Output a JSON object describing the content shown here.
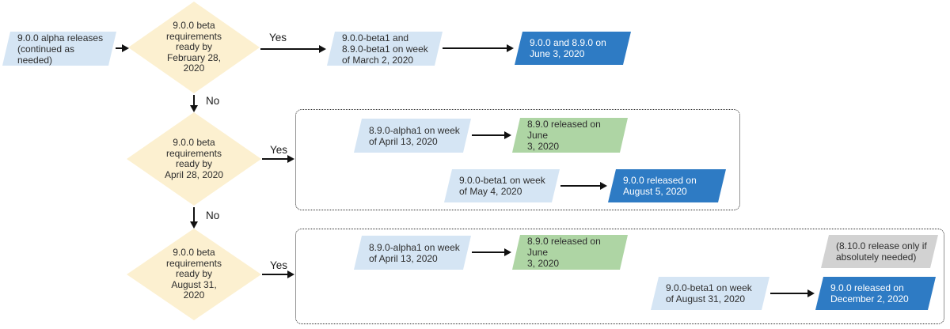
{
  "colors": {
    "light_blue": "#d5e5f4",
    "dark_blue": "#2e7bc4",
    "green": "#aed5a4",
    "cream": "#fcf0d0",
    "gray": "#d2d2d2",
    "arrow_line": "#111111"
  },
  "nodes": {
    "alpha_releases": {
      "text": "9.0.0 alpha releases\n(continued as needed)"
    },
    "decision_feb": {
      "text": "9.0.0 beta\nrequirements\nready by\nFebruary 28,\n2020"
    },
    "beta1_march": {
      "text": "9.0.0-beta1 and\n8.9.0-beta1 on week\nof March 2, 2020"
    },
    "release_both_june": {
      "text": "9.0.0 and 8.9.0 on\nJune 3, 2020"
    },
    "decision_apr": {
      "text": "9.0.0 beta\nrequirements\nready by\nApril 28, 2020"
    },
    "alpha1_april_mid": {
      "text": "8.9.0-alpha1 on week\nof April 13, 2020"
    },
    "release_890_june_mid": {
      "text": "8.9.0 released on June\n3, 2020"
    },
    "beta1_may": {
      "text": "9.0.0-beta1 on week\nof May 4, 2020"
    },
    "release_900_aug": {
      "text": "9.0.0 released on\nAugust 5, 2020"
    },
    "decision_aug": {
      "text": "9.0.0 beta\nrequirements\nready by\nAugust 31,\n2020"
    },
    "alpha1_april_bot": {
      "text": "8.9.0-alpha1 on week\nof April 13, 2020"
    },
    "release_890_june_bot": {
      "text": "8.9.0 released on June\n3, 2020"
    },
    "note_8100": {
      "text": "(8.10.0 release only if\nabsolutely needed)"
    },
    "beta1_aug": {
      "text": "9.0.0-beta1 on week\nof August 31, 2020"
    },
    "release_900_dec": {
      "text": "9.0.0 released on\nDecember 2, 2020"
    }
  },
  "edge_labels": {
    "yes_feb": "Yes",
    "no_feb": "No",
    "yes_apr": "Yes",
    "no_apr": "No",
    "yes_aug": "Yes"
  }
}
